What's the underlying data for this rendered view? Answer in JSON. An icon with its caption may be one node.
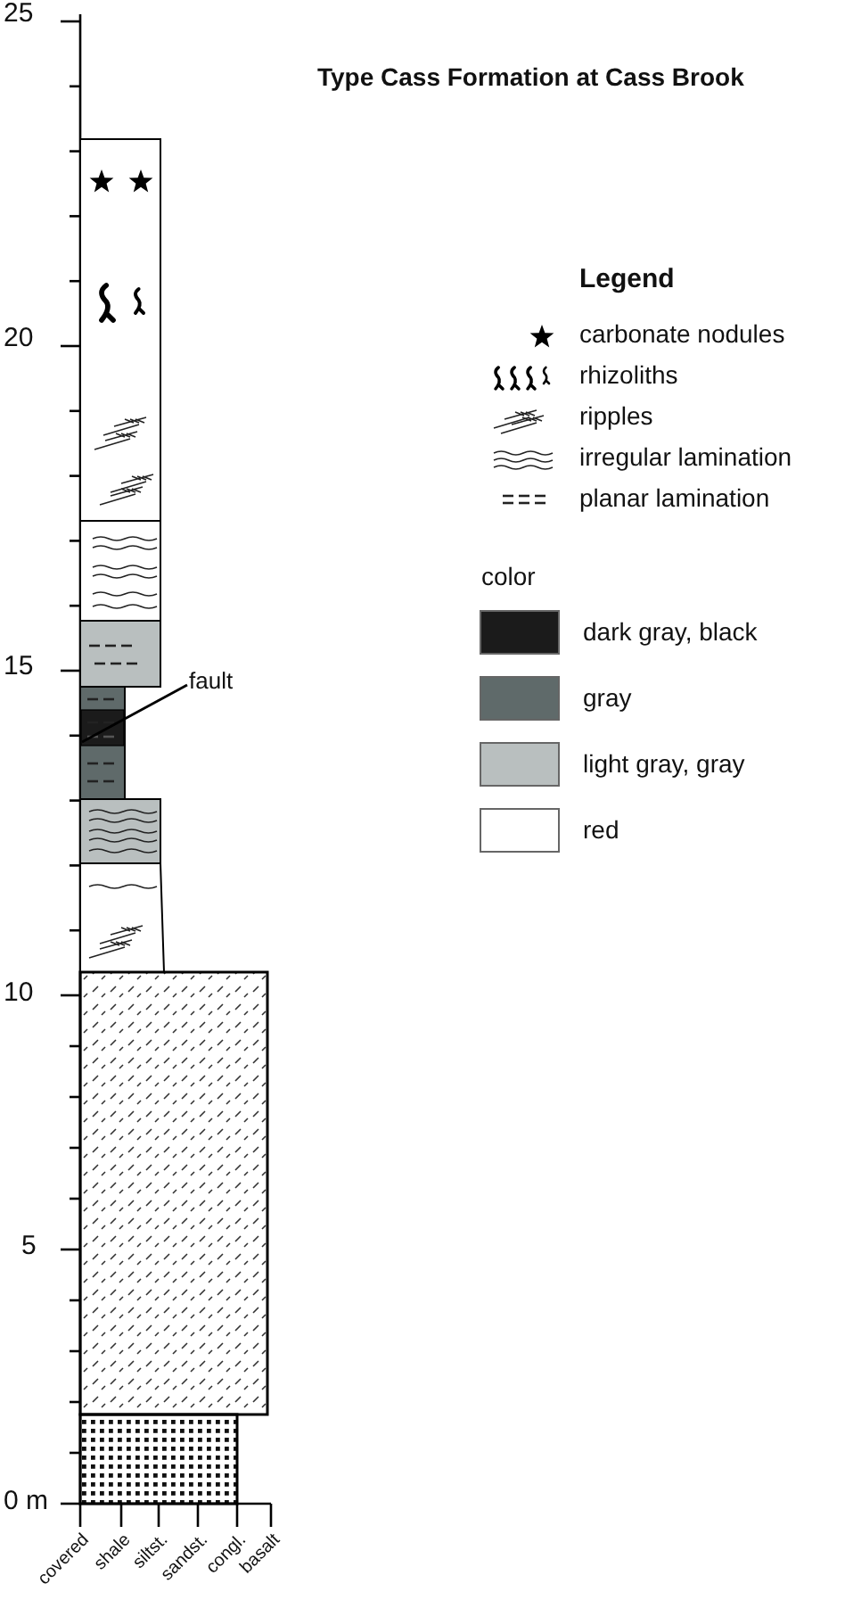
{
  "diagram": {
    "title": "Type Cass Formation at Cass Brook",
    "nodes": [
      {
        "text": [
          "fault"
        ]
      },
      {
        "text": [],
        "shape": "bar"
      }
    ],
    "edges": [
      {
        "from": 0,
        "to": 1,
        "arrow": "none"
      }
    ],
    "labels": [
      "25",
      "20",
      "15",
      "10",
      "5",
      "0 m",
      "covered",
      "shale",
      "siltst.",
      "sandst.",
      "congl.",
      "basalt",
      "Legend",
      "color"
    ],
    "legend": [
      {
        "text": "carbonate nodules"
      },
      {
        "text": "rhizoliths"
      },
      {
        "text": "ripples"
      },
      {
        "text": "irregular lamination"
      },
      {
        "text": "planar lamination"
      },
      {
        "text": "dark gray, black",
        "color": "#1b1b1b"
      },
      {
        "text": "gray",
        "color": "#5f6a6a"
      },
      {
        "text": "light gray, gray",
        "color": "#b9bfbf"
      },
      {
        "text": "red",
        "color": "#ffffff"
      }
    ]
  }
}
